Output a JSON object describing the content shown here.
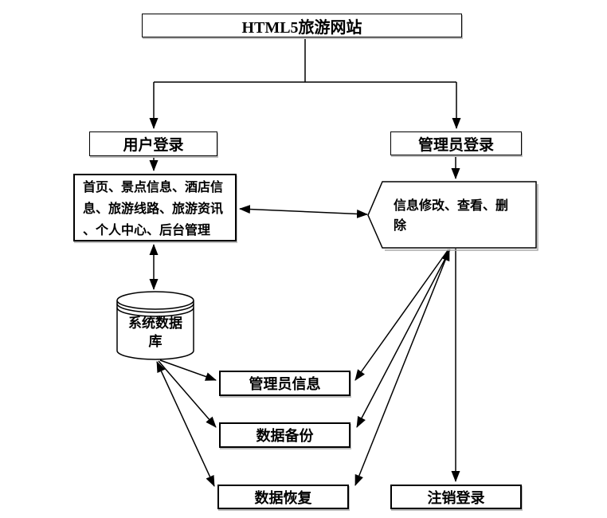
{
  "diagram": {
    "title": "HTML5旅游网站",
    "nodes": {
      "user_login": "用户登录",
      "admin_login": "管理员登录",
      "user_modules": "首页、景点信息、酒店信息、旅游线路、旅游资讯、个人中心、后台管理",
      "admin_actions": "信息修改、查看、删除",
      "database": "系统数据库",
      "admin_info": "管理员信息",
      "data_backup": "数据备份",
      "data_recovery": "数据恢复",
      "logout": "注销登录"
    },
    "colors": {
      "line": "#000000",
      "background": "#ffffff",
      "box_shadow": "#bdbdbd"
    }
  }
}
